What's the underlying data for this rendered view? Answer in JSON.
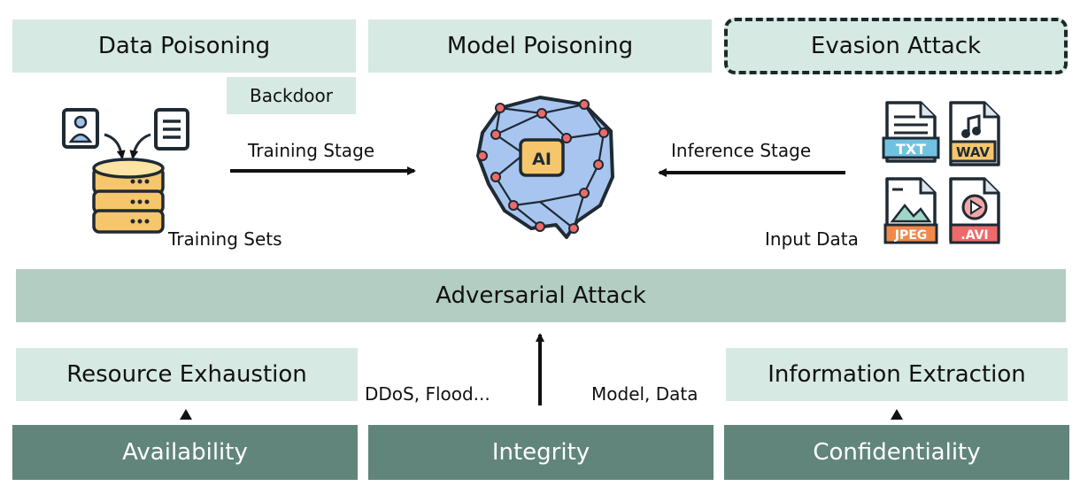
{
  "top": {
    "data_poisoning": "Data Poisoning",
    "model_poisoning": "Model Poisoning",
    "evasion_attack": "Evasion Attack",
    "backdoor": "Backdoor"
  },
  "flow": {
    "training_stage": "Training Stage",
    "inference_stage": "Inference Stage",
    "training_sets": "Training Sets",
    "input_data": "Input Data",
    "ai_label": "AI"
  },
  "files": {
    "txt": "TXT",
    "wav": "WAV",
    "jpeg": "JPEG",
    "avi": ".AVI"
  },
  "middle": {
    "adversarial_attack": "Adversarial Attack",
    "resource_exhaustion": "Resource Exhaustion",
    "information_extraction": "Information Extraction",
    "ddos_label": "DDoS, Flood...",
    "model_data_label": "Model, Data"
  },
  "bottom": {
    "availability": "Availability",
    "integrity": "Integrity",
    "confidentiality": "Confidentiality"
  },
  "colors": {
    "light": "#d6e9e2",
    "mid": "#b3cdc3",
    "dark": "#61857a"
  }
}
